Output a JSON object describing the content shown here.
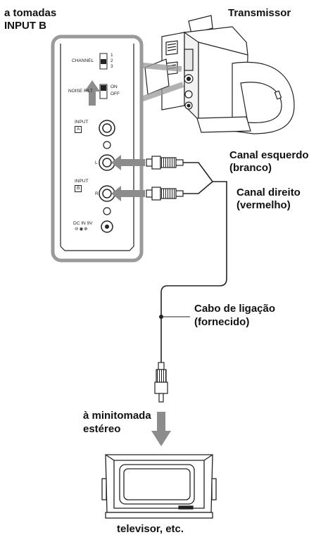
{
  "labels": {
    "input_b_line1": "a tomadas",
    "input_b_line2": "INPUT B",
    "transmitter": "Transmissor",
    "left_channel_line1": "Canal esquerdo",
    "left_channel_line2": "(branco)",
    "right_channel_line1": "Canal direito",
    "right_channel_line2": "(vermelho)",
    "cable_line1": "Cabo de ligação",
    "cable_line2": "(fornecido)",
    "minijack_line1": "à minitomada",
    "minijack_line2": "estéreo",
    "tv": "televisor, etc."
  },
  "panel": {
    "channel": "CHANNEL",
    "ch1": "1",
    "ch2": "2",
    "ch3": "3",
    "noise_filter": "NOISE FILT",
    "on": "ON",
    "off": "OFF",
    "input": "INPUT",
    "input_a": "A",
    "input_b": "B",
    "l": "L",
    "r": "R",
    "dc_in": "DC IN 9V"
  }
}
